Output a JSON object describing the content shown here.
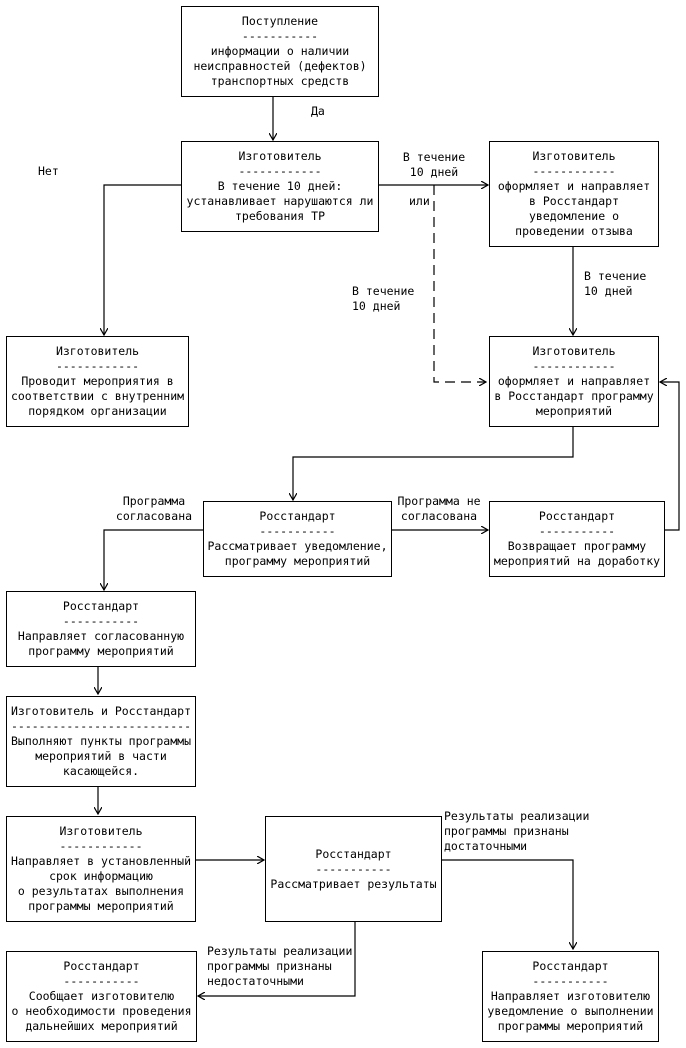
{
  "boxes": {
    "b1": "Поступление\n-----------\nинформации о наличии\nнеисправностей (дефектов)\nтранспортных  средств",
    "b2": "Изготовитель\n------------\nВ течение 10 дней:\nустанавливает нарушаются ли\nтребования ТР",
    "b3": "Изготовитель\n------------\nоформляет и направляет\nв Росстандарт\nуведомление о\nпроведении отзыва",
    "b4": "Изготовитель\n------------\nПроводит мероприятия в\nсоответствии с внутренним\nпорядком организации",
    "b5": "Изготовитель\n------------\nоформляет и направляет\nв Росстандарт программу\nмероприятий",
    "b6": "Росстандарт\n-----------\nРассматривает уведомление,\nпрограмму мероприятий",
    "b7": "Росстандарт\n-----------\nВозвращает программу\nмероприятий на доработку",
    "b8": "Росстандарт\n-----------\nНаправляет согласованную\nпрограмму мероприятий",
    "b9": "Изготовитель и Росстандарт\n--------------------------\nВыполняют пункты программы\nмероприятий в части\nкасающейся.",
    "b10": "Изготовитель\n------------\nНаправляет в установленный\nсрок информацию\nо результатах выполнения\nпрограммы мероприятий",
    "b11": "Росстандарт\n-----------\nРассматривает результаты",
    "b12": "Росстандарт\n-----------\nСообщает изготовителю\nо необходимости проведения\nдальнейших мероприятий",
    "b13": "Росстандарт\n-----------\nНаправляет изготовителю\nуведомление о выполнении\nпрограммы мероприятий"
  },
  "labels": {
    "da": "Да",
    "net": "Нет",
    "within10_a": "В течение\n10 дней",
    "ili": "или",
    "within10_b": "В течение\n10 дней",
    "within10_c": "В течение\n10 дней",
    "approved": "Программа\nсогласована",
    "not_approved": "Программа не\nсогласована",
    "sufficient": "Результаты реализации\nпрограммы признаны\nдостаточными",
    "insufficient": "Результаты реализации\nпрограммы признаны\nнедостаточными"
  }
}
